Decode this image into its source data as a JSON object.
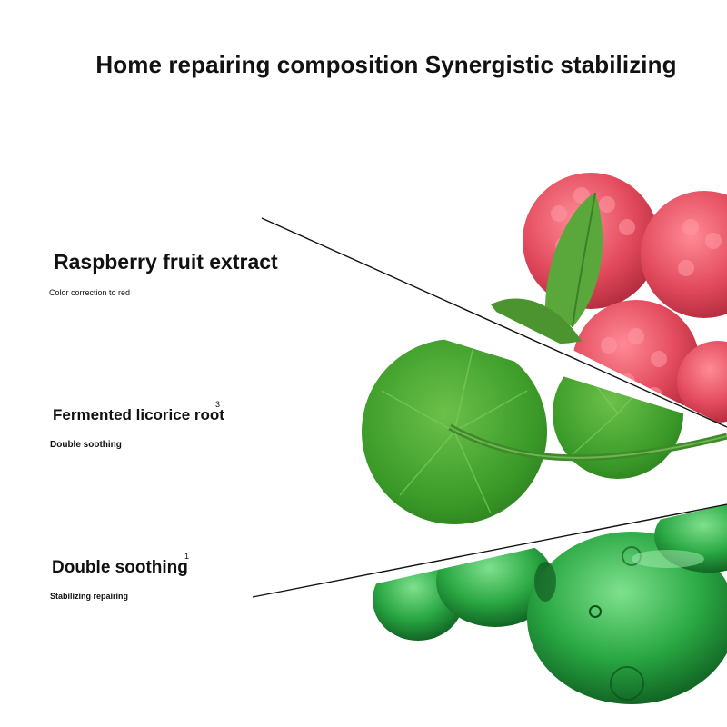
{
  "title": "Home repairing composition Synergistic stabilizing",
  "sections": [
    {
      "heading": "Raspberry fruit extract",
      "sub": "Color correction to red",
      "marker": ""
    },
    {
      "heading": "Fermented licorice root",
      "sub": "Double soothing",
      "marker": "3"
    },
    {
      "heading": "Double soothing",
      "sub": "Stabilizing repairing",
      "marker": "1"
    }
  ],
  "icons": [
    "raspberry-image",
    "centella-leaf-image",
    "green-gel-bubbles-image"
  ],
  "colors": {
    "raspberry": "#e0485a",
    "leaf": "#3f9a2c",
    "gel": "#27a53f",
    "text": "#111111"
  }
}
